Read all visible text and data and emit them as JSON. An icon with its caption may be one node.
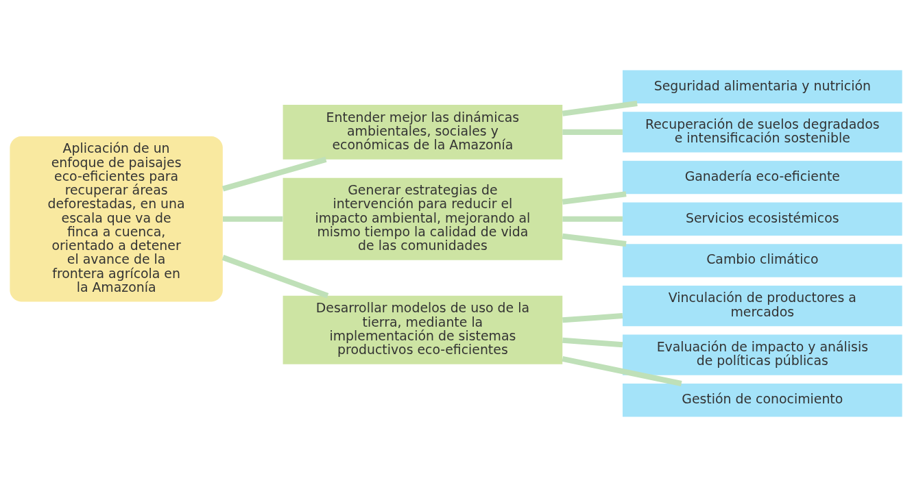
{
  "diagram": {
    "nodes": [
      {
        "text": [
          "Aplicación de un enfoque de paisajes eco-eficientes para recuperar áreas deforestadas, en una escala que va de finca a cuenca, orientado a detener el avance de la frontera agrícola en la Amazonía"
        ]
      },
      {
        "text": [
          "Entender mejor las dinámicas ambientales, sociales y económicas de la Amazonía"
        ]
      },
      {
        "text": [
          "Generar estrategias de intervención para reducir el impacto ambiental, mejorando al mismo tiempo la calidad de vida de las comunidades"
        ]
      },
      {
        "text": [
          "Desarrollar modelos de uso de la tierra, mediante la implementación de sistemas productivos eco-eficientes"
        ]
      },
      {
        "text": [
          "Seguridad alimentaria y nutrición"
        ]
      },
      {
        "text": [
          "Recuperación de suelos degradados e intensificación sostenible"
        ]
      },
      {
        "text": [
          "Ganadería eco-eficiente"
        ]
      },
      {
        "text": [
          "Servicios ecosistémicos"
        ]
      },
      {
        "text": [
          "Cambio climático"
        ]
      },
      {
        "text": [
          "Vinculación de productores a mercados"
        ]
      },
      {
        "text": [
          "Evaluación de impacto y análisis de políticas públicas"
        ]
      },
      {
        "text": [
          "Gestión de conocimiento"
        ]
      }
    ],
    "edges": [
      {
        "from": 0,
        "to": 1,
        "arrow": "none"
      },
      {
        "from": 0,
        "to": 2,
        "arrow": "none"
      },
      {
        "from": 0,
        "to": 3,
        "arrow": "none"
      },
      {
        "from": 1,
        "to": 4,
        "arrow": "none"
      },
      {
        "from": 1,
        "to": 5,
        "arrow": "none"
      },
      {
        "from": 2,
        "to": 6,
        "arrow": "none"
      },
      {
        "from": 2,
        "to": 7,
        "arrow": "none"
      },
      {
        "from": 2,
        "to": 8,
        "arrow": "none"
      },
      {
        "from": 3,
        "to": 9,
        "arrow": "none"
      },
      {
        "from": 3,
        "to": 10,
        "arrow": "none"
      },
      {
        "from": 3,
        "to": 11,
        "arrow": "none"
      }
    ]
  }
}
